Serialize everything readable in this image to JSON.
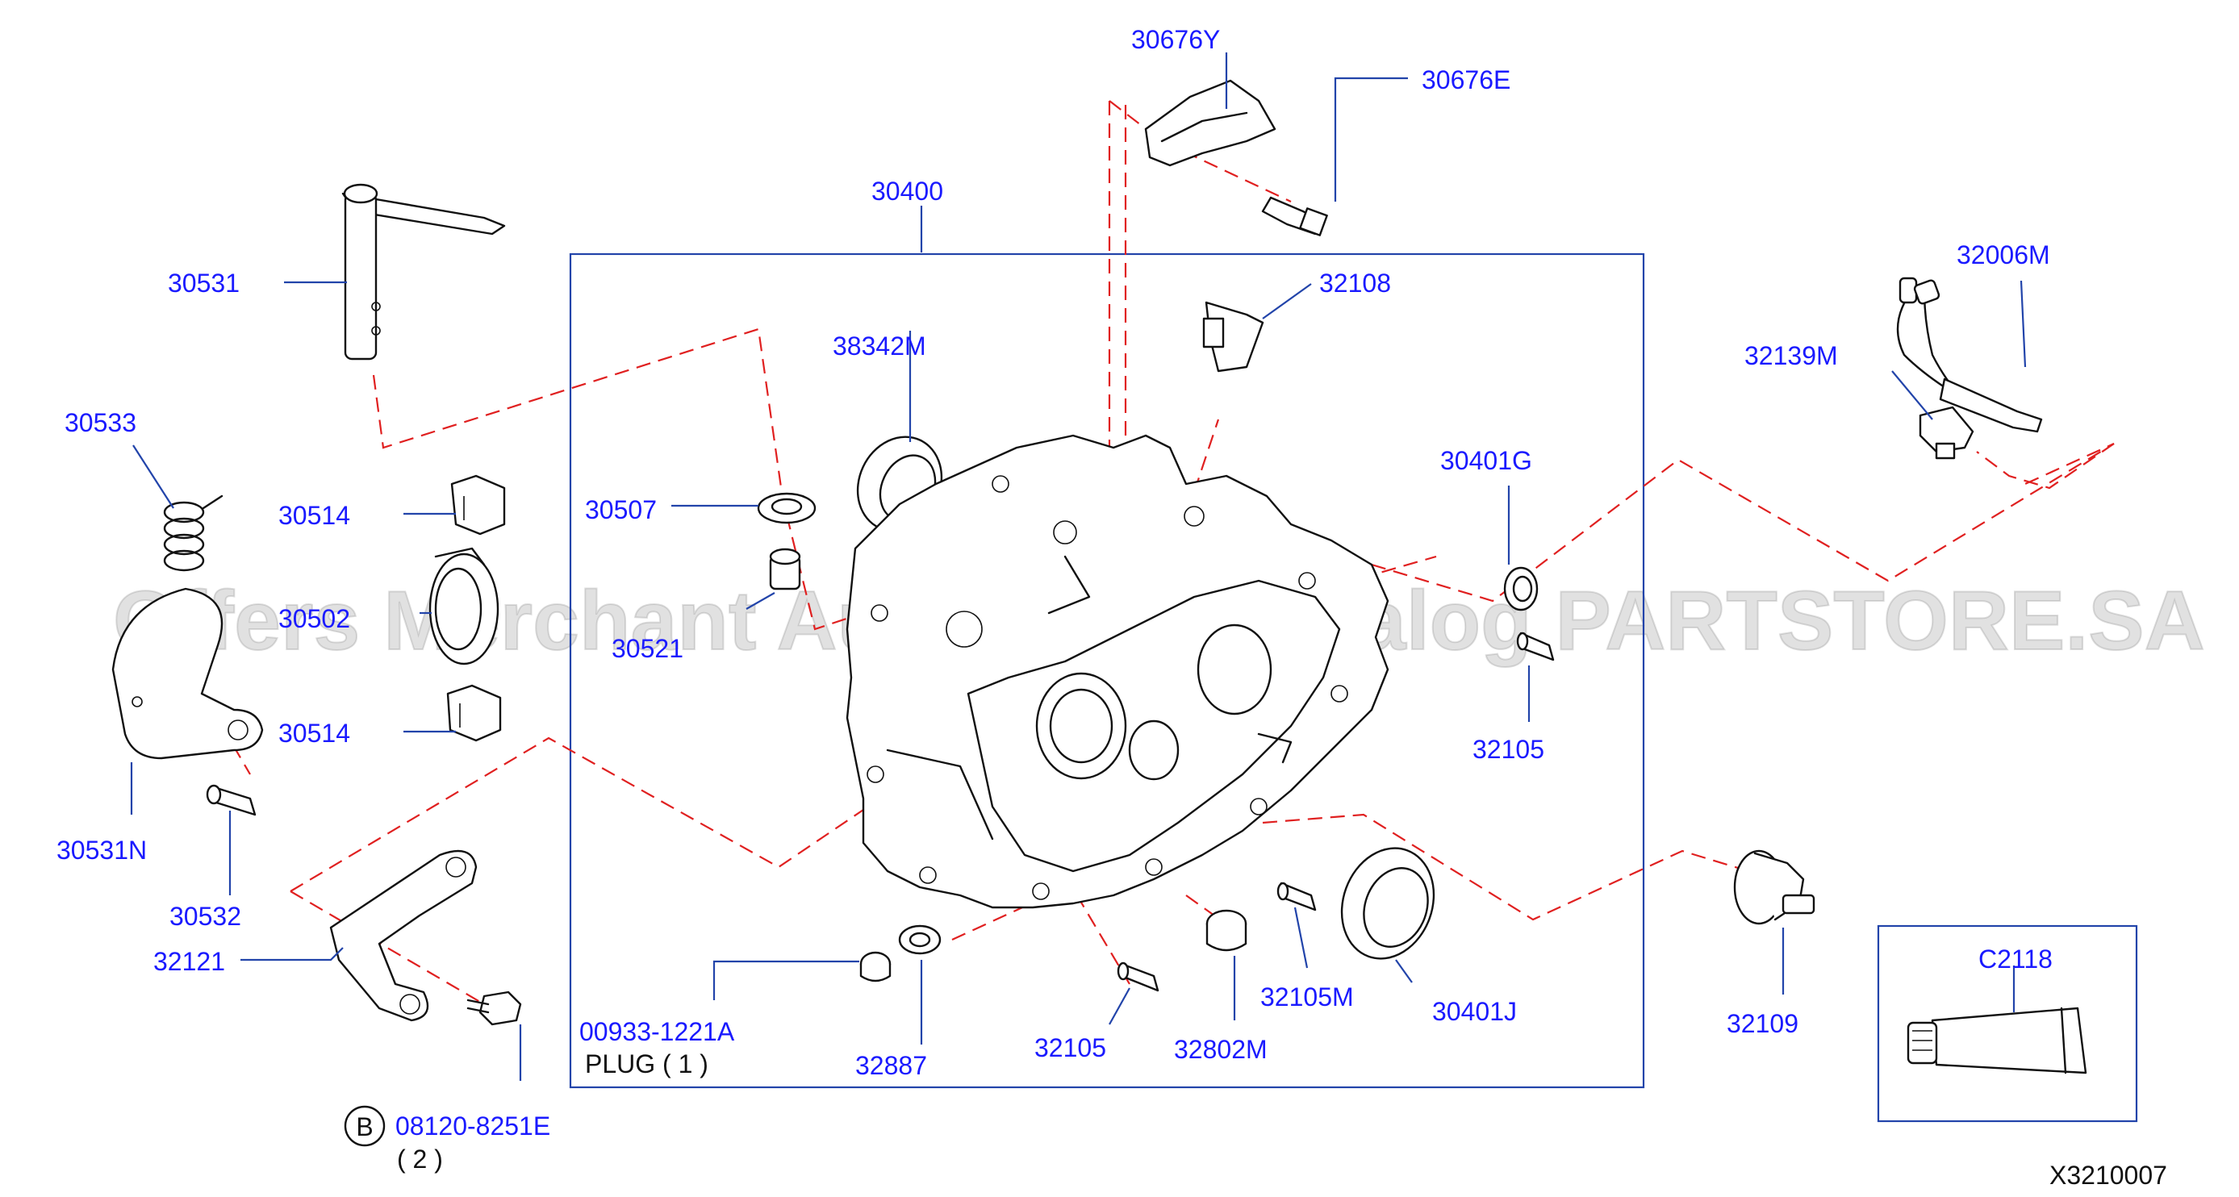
{
  "diagram": {
    "reference_code": "X3210007",
    "watermark": "Offers Merchant Auto Parts Catalog PARTSTORE.SA",
    "labels": [
      "30676Y",
      "30676E",
      "30400",
      "30531",
      "32108",
      "32006M",
      "32139M",
      "38342M",
      "30533",
      "30514",
      "30507",
      "30401G",
      "30502",
      "30521",
      "32105",
      "30514",
      "30531N",
      "30532",
      "32121",
      "00933-1221A",
      "32887",
      "32105",
      "32802M",
      "32105M",
      "30401J",
      "32109",
      "C2118",
      "08120-8251E"
    ],
    "plug_note": "PLUG  ( 1 )",
    "bolt_qty": "( 2 )",
    "bolt_prefix": "B",
    "colors": {
      "label": "#1a1aff",
      "leader": "#2244aa",
      "dashed": "#e02020",
      "line": "#111111"
    }
  }
}
